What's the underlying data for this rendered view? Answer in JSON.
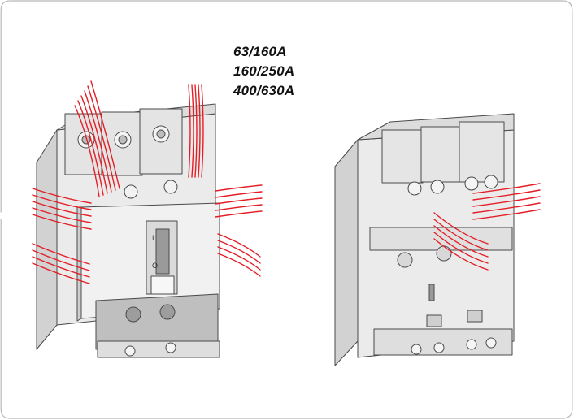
{
  "ratings": [
    "63/160A",
    "160/250A",
    "400/630A"
  ],
  "colors": {
    "frame": "#b8b8b8",
    "body": "#ebebeb",
    "shade": "#d2d2d2",
    "outline": "#4a4a4a",
    "wire": "#e41e26"
  },
  "icons": {
    "front_breaker": "circuit-breaker-front-illustration",
    "rear_breaker": "circuit-breaker-rear-illustration",
    "wires": "red-cable-bundles"
  }
}
